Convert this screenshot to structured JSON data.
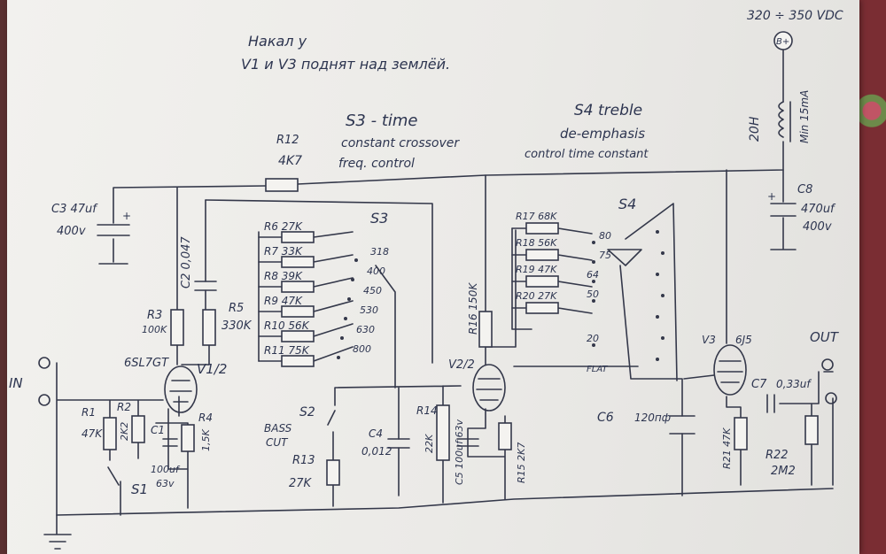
{
  "photo": {
    "background_color": "#6b2a2a",
    "paper_color": "#efeeeb",
    "ink_color": "#2d3550"
  },
  "notes": {
    "filament_line1": "Накал у",
    "filament_line2": "V1 и V3 поднят над землёй.",
    "supply": "320 ÷ 350 VDC",
    "bplus": "B+",
    "s3_title": "S3 - time",
    "s3_sub1": "constant crossover",
    "s3_sub2": "freq. control",
    "s4_title": "S4 treble",
    "s4_sub1": "de-emphasis",
    "s4_sub2": "control time constant"
  },
  "labels": {
    "in": "IN",
    "out": "OUT",
    "c3": "C3 47uf",
    "c3_v": "400v",
    "c2": "C2 0,047",
    "r3": "R3",
    "r3_v": "100K",
    "r5": "R5",
    "r5_v": "330K",
    "r12": "R12",
    "r12_v": "4K7",
    "v1_type": "6SL7GT",
    "v1": "V1/2",
    "r1": "R1",
    "r1_v": "47K",
    "r2": "R2",
    "r2_v": "2K2",
    "c1": "C1",
    "c1_v1": "100uf",
    "c1_v2": "63v",
    "r4": "R4",
    "r4_v": "1,5K",
    "s1": "S1",
    "s2": "S2",
    "bass_cut1": "BASS",
    "bass_cut2": "CUT",
    "r13": "R13",
    "r13_v": "27K",
    "c4": "C4",
    "c4_v": "0,012",
    "r14": "R14",
    "r14_v": "22K",
    "c5": "C5 100uf 63v",
    "r15": "R15 2K7",
    "r16": "R16 150K",
    "v2": "V2/2",
    "s3": "S3",
    "s4": "S4",
    "c6": "C6",
    "c6_v": "120пф",
    "v3": "V3",
    "v3_type": "6J5",
    "c7": "C7",
    "c7_v": "0,33uf",
    "r21": "R21 47K",
    "r22": "R22",
    "r22_v": "2M2",
    "c8": "C8",
    "c8_v1": "470uf",
    "c8_v2": "400v",
    "choke": "20H",
    "choke_i": "Min 15mA",
    "flat": "FLAT"
  },
  "s3_resistors": [
    {
      "label": "R6 27K"
    },
    {
      "label": "R7 33K"
    },
    {
      "label": "R8 39K"
    },
    {
      "label": "R9 47K"
    },
    {
      "label": "R10 56K"
    },
    {
      "label": "R11 75K"
    }
  ],
  "s3_positions": [
    "318",
    "400",
    "450",
    "530",
    "630",
    "800"
  ],
  "s4_resistors": [
    {
      "label": "R17 68K"
    },
    {
      "label": "R18 56K"
    },
    {
      "label": "R19 47K"
    },
    {
      "label": "R20 27K"
    }
  ],
  "s4_positions": [
    "80",
    "75",
    "64",
    "50",
    "20"
  ]
}
